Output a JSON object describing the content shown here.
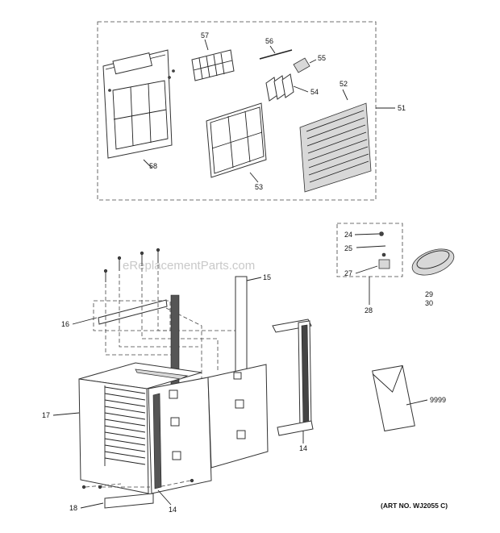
{
  "watermark": "eReplacementParts.com",
  "art_number": "(ART NO. WJ2055 C)",
  "callouts": {
    "p57": "57",
    "p56": "56",
    "p55": "55",
    "p54": "54",
    "p52": "52",
    "p51": "51",
    "p58": "58",
    "p53": "53",
    "p24": "24",
    "p25": "25",
    "p27": "27",
    "p28": "28",
    "p29": "29",
    "p30": "30",
    "p15": "15",
    "p16": "16",
    "p17": "17",
    "p14a": "14",
    "p14b": "14",
    "p18": "18",
    "p9999": "9999"
  }
}
